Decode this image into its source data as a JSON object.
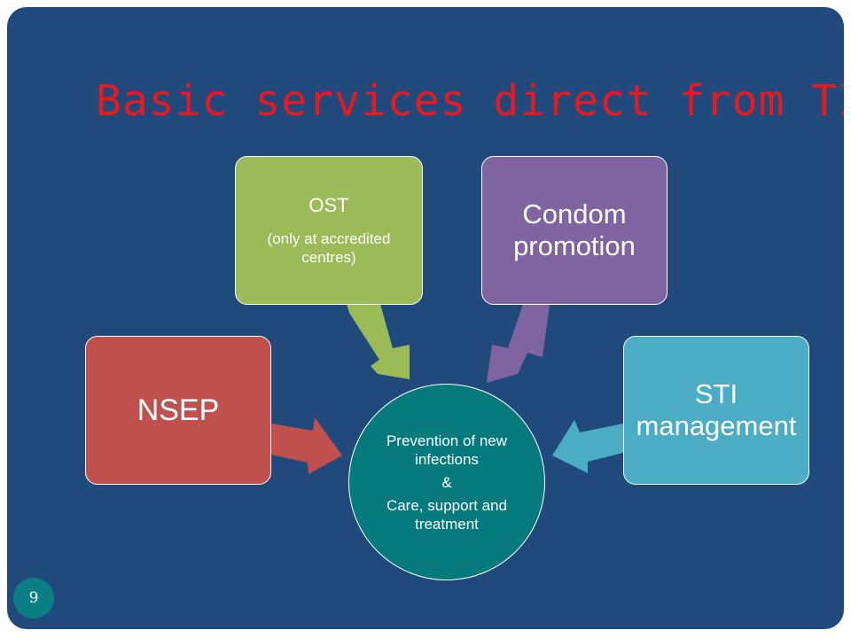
{
  "slide": {
    "title": "Basic services direct from TI",
    "page_number": "9"
  },
  "diagram": {
    "center": {
      "line1": "Prevention of new infections",
      "amp": "&",
      "line2": "Care, support and treatment",
      "color": "#047a7c"
    },
    "nodes": {
      "nsep": {
        "label": "NSEP",
        "color": "#c0504d"
      },
      "ost": {
        "label": "OST",
        "sublabel": "(only at accredited centres)",
        "color": "#9bbb59"
      },
      "condom": {
        "label": "Condom promotion",
        "color": "#8064a2"
      },
      "sti": {
        "label": "STI management",
        "color": "#4bacc6"
      }
    }
  },
  "colors": {
    "background": "#214a7c",
    "title": "#e8191f"
  }
}
